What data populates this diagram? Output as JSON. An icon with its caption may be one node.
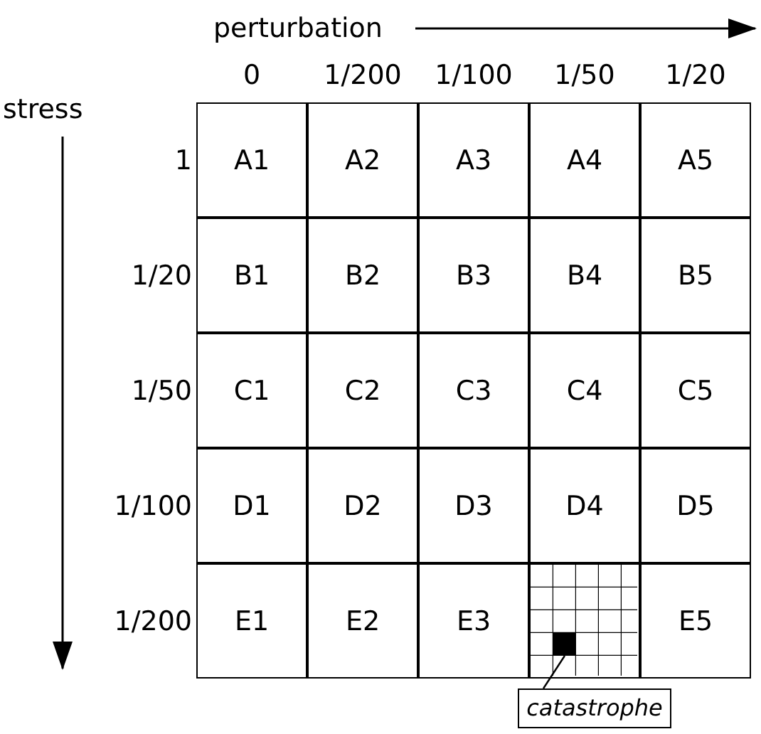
{
  "diagram": {
    "nodes": [
      {
        "text": [
          "A1"
        ]
      },
      {
        "text": [
          "A2"
        ]
      },
      {
        "text": [
          "A3"
        ]
      },
      {
        "text": [
          "A4"
        ]
      },
      {
        "text": [
          "A5"
        ]
      },
      {
        "text": [
          "B1"
        ]
      },
      {
        "text": [
          "B2"
        ]
      },
      {
        "text": [
          "B3"
        ]
      },
      {
        "text": [
          "B4"
        ]
      },
      {
        "text": [
          "B5"
        ]
      },
      {
        "text": [
          "C1"
        ]
      },
      {
        "text": [
          "C2"
        ]
      },
      {
        "text": [
          "C3"
        ]
      },
      {
        "text": [
          "C4"
        ]
      },
      {
        "text": [
          "C5"
        ]
      },
      {
        "text": [
          "D1"
        ]
      },
      {
        "text": [
          "D2"
        ]
      },
      {
        "text": [
          "D3"
        ]
      },
      {
        "text": [
          "D4"
        ]
      },
      {
        "text": [
          "D5"
        ]
      },
      {
        "text": [
          "E1"
        ]
      },
      {
        "text": [
          "E2"
        ]
      },
      {
        "text": [
          "E3"
        ]
      },
      {
        "text": [],
        "shape": "box"
      },
      {
        "text": [],
        "shape": "box",
        "in": 23
      },
      {
        "text": [
          "E5"
        ]
      },
      {
        "text": [
          "catastrophe"
        ]
      }
    ],
    "edges": [
      {
        "from": 26,
        "to": 24,
        "arrow": "none"
      }
    ],
    "labels": [
      "perturbation",
      "0",
      "1/200",
      "1/100",
      "1/50",
      "1/20",
      "stress",
      "1",
      "1/20",
      "1/50",
      "1/100",
      "1/200"
    ]
  }
}
